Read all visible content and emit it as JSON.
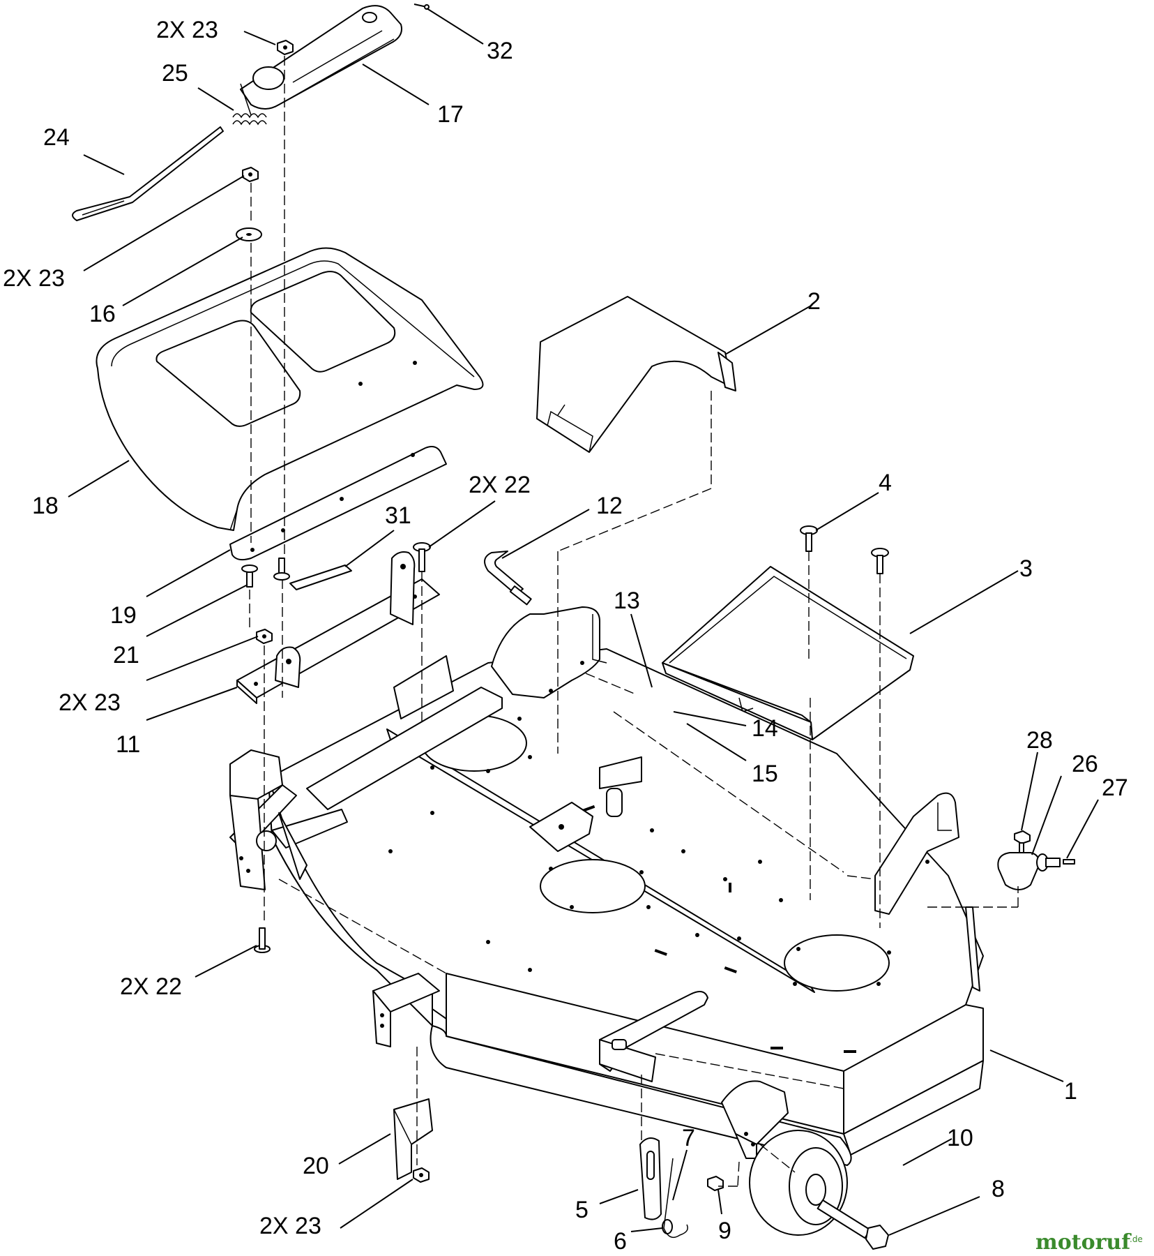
{
  "diagram": {
    "callouts": [
      {
        "id": "c32",
        "text": "32"
      },
      {
        "id": "c23a",
        "text": "2X  23"
      },
      {
        "id": "c25",
        "text": "25"
      },
      {
        "id": "c17",
        "text": "17"
      },
      {
        "id": "c24",
        "text": "24"
      },
      {
        "id": "c23b",
        "text": "2X  23"
      },
      {
        "id": "c16",
        "text": "16"
      },
      {
        "id": "c2",
        "text": "2"
      },
      {
        "id": "c18",
        "text": "18"
      },
      {
        "id": "c22a",
        "text": "2X  22"
      },
      {
        "id": "c31",
        "text": "31"
      },
      {
        "id": "c12",
        "text": "12"
      },
      {
        "id": "c4",
        "text": "4"
      },
      {
        "id": "c3",
        "text": "3"
      },
      {
        "id": "c13",
        "text": "13"
      },
      {
        "id": "c19",
        "text": "19"
      },
      {
        "id": "c21",
        "text": "21"
      },
      {
        "id": "c23c",
        "text": "2X  23"
      },
      {
        "id": "c11",
        "text": "11"
      },
      {
        "id": "c14",
        "text": "14"
      },
      {
        "id": "c15",
        "text": "15"
      },
      {
        "id": "c28",
        "text": "28"
      },
      {
        "id": "c26",
        "text": "26"
      },
      {
        "id": "c27",
        "text": "27"
      },
      {
        "id": "c22b",
        "text": "2X  22"
      },
      {
        "id": "c1",
        "text": "1"
      },
      {
        "id": "c7",
        "text": "7"
      },
      {
        "id": "c10",
        "text": "10"
      },
      {
        "id": "c20",
        "text": "20"
      },
      {
        "id": "c5",
        "text": "5"
      },
      {
        "id": "c9",
        "text": "9"
      },
      {
        "id": "c8",
        "text": "8"
      },
      {
        "id": "c23d",
        "text": "2X  23"
      },
      {
        "id": "c6",
        "text": "6"
      }
    ],
    "watermark": {
      "main": "motoruf",
      "suffix": ".de"
    }
  }
}
